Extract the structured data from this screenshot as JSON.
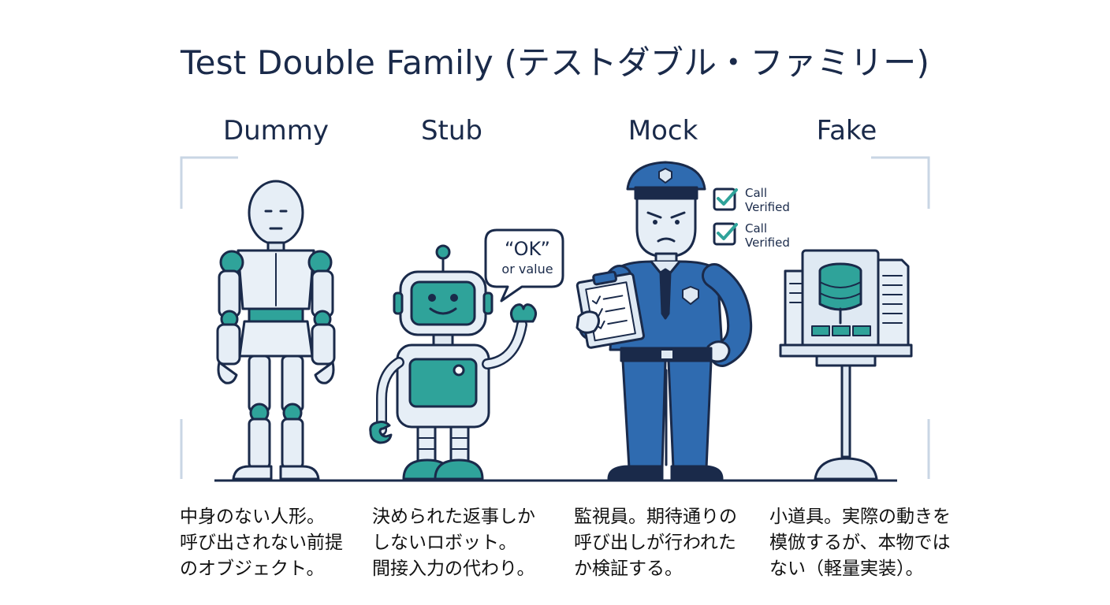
{
  "title": "Test Double Family (テストダブル・ファミリー)",
  "characters": [
    {
      "name": "Dummy",
      "description": [
        " 中身のない人形。",
        "呼び出されない前提",
        "のオブジェクト。"
      ],
      "icon": "mannequin-icon"
    },
    {
      "name": "Stub",
      "description": [
        "決められた返事しか",
        "しないロボット。",
        "間接入力の代わり。"
      ],
      "icon": "robot-icon"
    },
    {
      "name": "Mock",
      "description": [
        "監視員。期待通りの",
        "呼び出しが行われた",
        "か検証する。"
      ],
      "icon": "police-officer-icon"
    },
    {
      "name": "Fake",
      "description": [
        "小道具。実際の動きを",
        "模倣するが、本物では",
        "ない（軽量実装）。"
      ],
      "icon": "database-server-icon"
    }
  ],
  "speech_bubble": {
    "quote": "“OK”",
    "sub": "or value"
  },
  "checks": [
    {
      "line1": "Call",
      "line2": "Verified"
    },
    {
      "line1": "Call",
      "line2": "Verified"
    }
  ],
  "colors": {
    "navy": "#1a2a4a",
    "teal": "#2fa39a",
    "blue": "#2f6bb0",
    "light_blue": "#dfe9f3"
  }
}
